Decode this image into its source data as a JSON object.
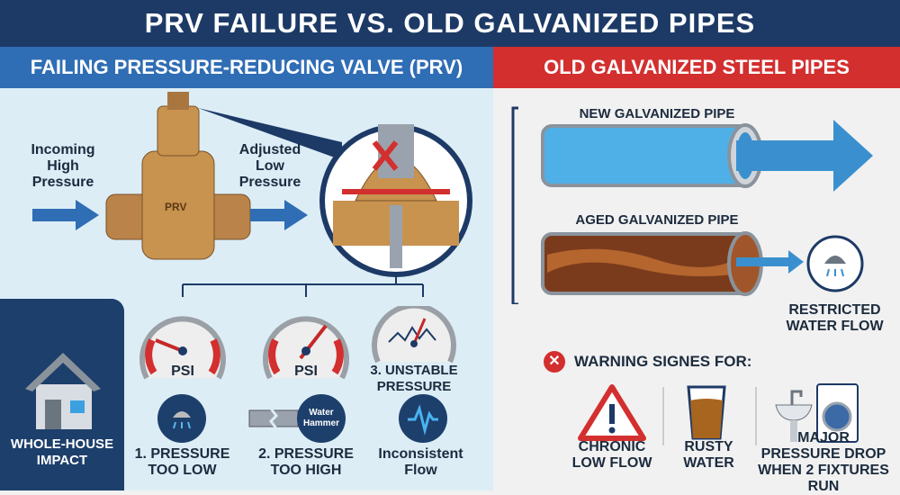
{
  "title": "PRV FAILURE VS. OLD GALVANIZED PIPES",
  "left": {
    "header": "FAILING PRESSURE-REDUCING VALVE (PRV)",
    "incoming_label": "Incoming High Pressure",
    "adjusted_label": "Adjusted Low Pressure",
    "valve_badge": "PRV",
    "house_label": "WHOLE-HOUSE IMPACT",
    "gauge_unit": "PSI",
    "failures": [
      {
        "label": "1. PRESSURE TOO LOW"
      },
      {
        "label": "2. PRESSURE TOO HIGH",
        "icon_text": "Water Hammer"
      },
      {
        "title": "3. UNSTABLE PRESSURE",
        "label": "Inconsistent Flow"
      }
    ]
  },
  "right": {
    "header": "OLD GALVANIZED STEEL PIPES",
    "new_pipe_label": "NEW GALVANIZED PIPE",
    "aged_pipe_label": "AGED GALVANIZED PIPE",
    "restricted_label": "RESTRICTED WATER FLOW",
    "warning_title": "WARNING SIGNES FOR:",
    "signs": [
      {
        "label": "CHRONIC LOW FLOW"
      },
      {
        "label": "RUSTY WATER"
      },
      {
        "label": "MAJOR PRESSURE DROP WHEN 2 FIXTURES RUN"
      }
    ]
  },
  "colors": {
    "navy": "#1d3a66",
    "blue": "#2f6db5",
    "red": "#d32f2f"
  }
}
